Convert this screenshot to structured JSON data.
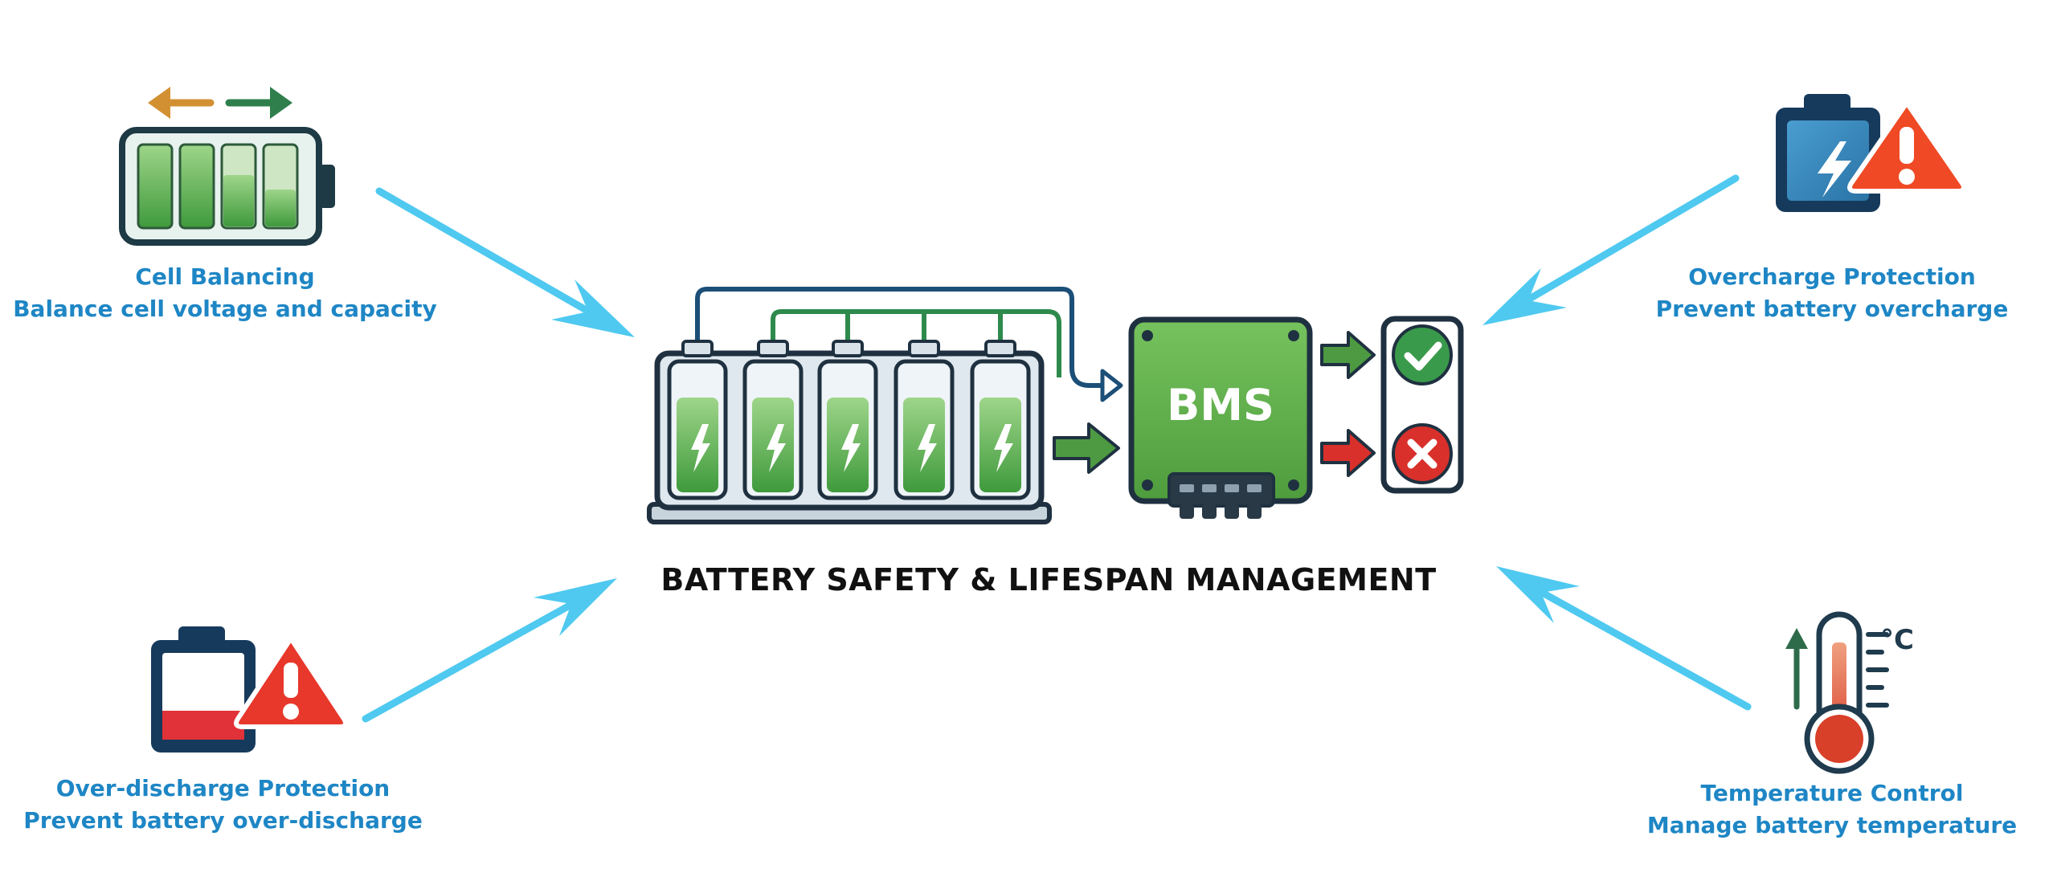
{
  "title": "BATTERY SAFETY & LIFESPAN MANAGEMENT",
  "bms_label": "BMS",
  "features": {
    "cell_balancing": {
      "title": "Cell Balancing",
      "subtitle": "Balance cell voltage and capacity",
      "icon": "battery-balancing-icon"
    },
    "overcharge": {
      "title": "Overcharge Protection",
      "subtitle": "Prevent battery overcharge",
      "icon": "battery-warning-icon"
    },
    "over_discharge": {
      "title": "Over-discharge Protection",
      "subtitle": "Prevent battery over-discharge",
      "icon": "low-battery-warning-icon"
    },
    "temperature": {
      "title": "Temperature Control",
      "subtitle": "Manage battery temperature",
      "icon": "thermometer-icon",
      "unit": "°C"
    }
  },
  "status": {
    "ok_icon": "check-icon",
    "fault_icon": "cross-icon"
  },
  "colors": {
    "label_blue": "#1e86c5",
    "arrow_cyan": "#4fc9f0",
    "battery_green": "#5fb348",
    "bms_green": "#63b14d",
    "warning_red": "#e8372b",
    "navy": "#163a5c",
    "check_green": "#3a9a4b",
    "cross_red": "#d9302b",
    "orange": "#d39033"
  }
}
